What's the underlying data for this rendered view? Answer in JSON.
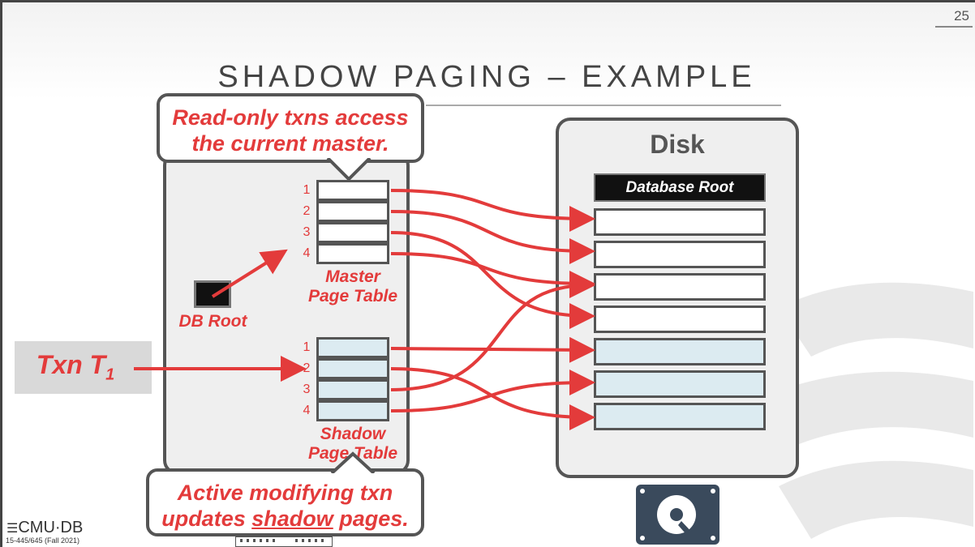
{
  "slide": {
    "title": "SHADOW PAGING – EXAMPLE",
    "number": "25",
    "logo": "CMU·DB",
    "course": "15-445/645 (Fall 2021)"
  },
  "disk": {
    "title": "Disk",
    "root_label": "Database Root"
  },
  "master_table": {
    "entries": [
      "1",
      "2",
      "3",
      "4"
    ],
    "label_line1": "Master",
    "label_line2": "Page Table"
  },
  "shadow_table": {
    "entries": [
      "1",
      "2",
      "3",
      "4"
    ],
    "label_line1": "Shadow",
    "label_line2": "Page Table"
  },
  "db_root": {
    "label": "DB Root"
  },
  "txn": {
    "label": "Txn T",
    "subscript": "1"
  },
  "callouts": {
    "top_line1": "Read-only txns access",
    "top_line2": "the current master.",
    "bottom_line1": "Active modifying txn",
    "bottom_line2_pre": "updates ",
    "bottom_line2_underlined": "shadow",
    "bottom_line2_post": " pages."
  },
  "colors": {
    "accent_red": "#e33b3b",
    "shadow_fill": "#dcebf1",
    "panel_fill": "#efefef"
  },
  "icons": [
    "hard-drive-icon",
    "cmu-db-logo-icon"
  ]
}
